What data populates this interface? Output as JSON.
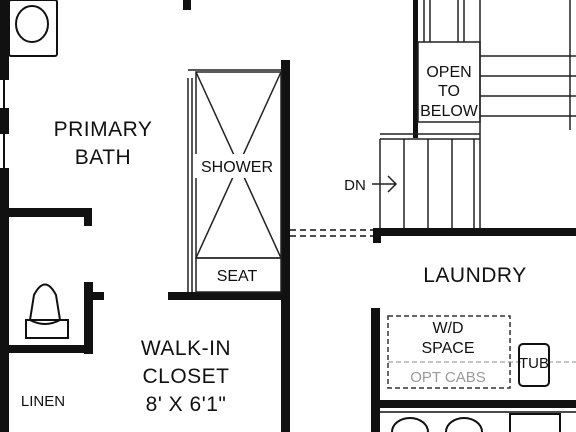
{
  "floor_plan": {
    "rooms": {
      "primary_bath": [
        "PRIMARY",
        "BATH"
      ],
      "walk_in_closet": [
        "WALK-IN",
        "CLOSET",
        "8' X 6'1\""
      ],
      "laundry": "LAUNDRY"
    },
    "fixtures": {
      "shower": "SHOWER",
      "seat": "SEAT",
      "linen": "LINEN",
      "wd_space": [
        "W/D",
        "SPACE"
      ],
      "opt_cabs": "OPT CABS",
      "tub": "TUB"
    },
    "stairs": {
      "open_to_below": [
        "OPEN",
        "TO",
        "BELOW"
      ],
      "down": "DN"
    },
    "colors": {
      "wall": "#111111",
      "line": "#222222",
      "dashed": "#666666",
      "text": "#111111",
      "gray_text": "#9a9a9a"
    }
  }
}
